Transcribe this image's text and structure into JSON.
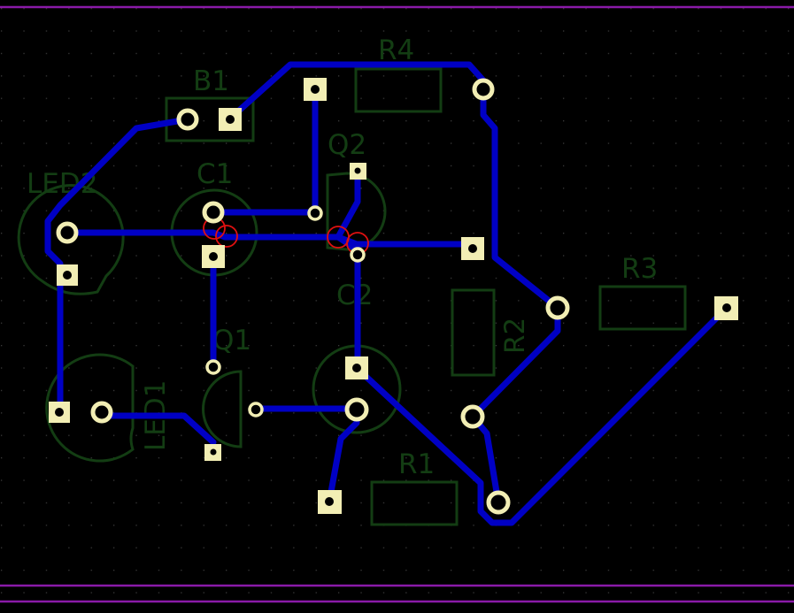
{
  "colors": {
    "background": "#000000",
    "grid": "#3a3a3a",
    "silkscreen": "#133d13",
    "trace": "#0000c4",
    "pad_fill": "#f2eeb4",
    "pad_hole": "#000000",
    "drc_marker": "#e01010",
    "board_edge": "#8a1aa8"
  },
  "labels": {
    "b1": "B1",
    "r4": "R4",
    "q2_top": "Q2",
    "c1": "C1",
    "led2": "LED2",
    "c2": "C2",
    "r2": "R2",
    "r3": "R3",
    "q1": "Q1",
    "led1": "LED1",
    "r1": "R1"
  }
}
